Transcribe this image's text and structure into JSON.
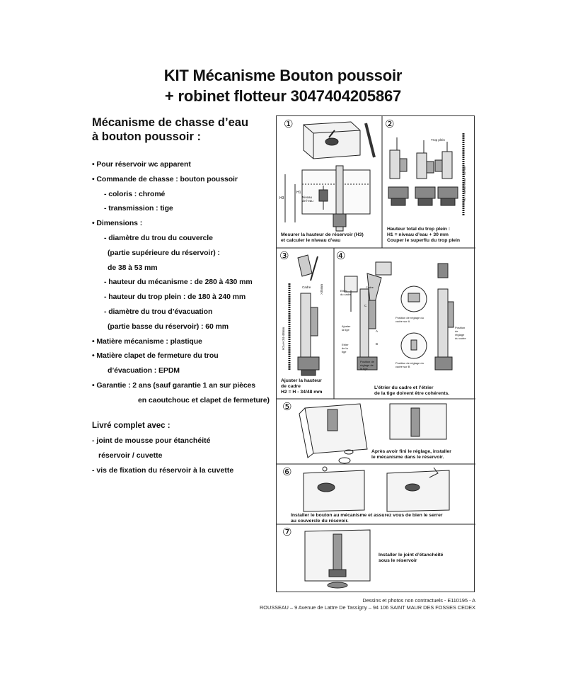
{
  "title": {
    "line1": "KIT Mécanisme Bouton poussoir",
    "line2": "+ robinet flotteur 3047404205867"
  },
  "left": {
    "heading_line1": "Mécanisme de chasse d’eau",
    "heading_line2": "à bouton poussoir :",
    "lines": [
      "• Pour réservoir wc apparent",
      "• Commande de chasse : bouton poussoir",
      "- coloris : chromé",
      "- transmission : tige",
      "• Dimensions :",
      "- diamètre du trou du couvercle",
      "(partie supérieure du réservoir) :",
      "de 38 à 53 mm",
      "- hauteur du mécanisme : de 280 à 430 mm",
      "- hauteur du trop plein : de 180 à 240 mm",
      "- diamètre du trou d’évacuation",
      "(partie basse du réservoir) : 60 mm",
      "• Matière mécanisme : plastique",
      "• Matière clapet de fermeture du trou",
      "d’évacuation : EPDM",
      "• Garantie : 2 ans (sauf garantie 1 an sur pièces",
      "en caoutchouc et clapet de fermeture)"
    ],
    "livre_title": "Livré complet avec :",
    "livre_lines": [
      "- joint de mousse pour étanchéité",
      "réservoir / cuvette",
      "- vis de fixation du réservoir à la cuvette"
    ]
  },
  "panels": {
    "p1": {
      "num": "①",
      "caption_l1": "Mesurer la hauteur de réservoir (H3)",
      "caption_l2": "et calculer le niveau d’eau",
      "label_h3": "H3",
      "label_h1": "H1",
      "label_niveau_l1": "Niveau",
      "label_niveau_l2": "de l’eau"
    },
    "p2": {
      "num": "②",
      "caption_l1": "Hauteur total du trop plein :",
      "caption_l2": "H1 = niveau d’eau + 30 mm",
      "caption_l3": "Couper le superflu du trop plein",
      "label_trop_plein": "Trop plein",
      "label_side": "H1 = niveau d’eau + 30 mm"
    },
    "p3": {
      "num": "③",
      "caption_l1": "Ajuster la hauteur",
      "caption_l2": "de cadre",
      "caption_l3": "H2 = H - 34/48 mm",
      "label_cadre": "Cadre",
      "label_35": ">35mm",
      "label_h2": "H2=H-34-48mm"
    },
    "p4": {
      "num": "④",
      "caption_l1": "L’étrier du cadre et l’étrier",
      "caption_l2": "de la tige doivent être cohérents.",
      "label_etrier_cadre_l1": "Etrier",
      "label_etrier_cadre_l2": "du cadre",
      "label_cadre": "Cadre",
      "label_ajuster_l1": "Ajuster",
      "label_ajuster_l2": "la tige",
      "label_etrier_tige_l1": "Etrier",
      "label_etrier_tige_l2": "de la",
      "label_etrier_tige_l3": "tige",
      "label_pos_tige_l1": "Position de",
      "label_pos_tige_l2": "réglage de",
      "label_pos_tige_l3": "la tige",
      "label_pos_cadre_a_l1": "Position de réglage du",
      "label_pos_cadre_a_l2": "cadre sur A",
      "label_pos_cadre_b_l1": "Position de réglage du",
      "label_pos_cadre_b_l2": "cadre sur B",
      "label_pos_reg_l1": "Position",
      "label_pos_reg_l2": "de",
      "label_pos_reg_l3": "réglage",
      "label_pos_reg_l4": "du cadre",
      "label_a": "A",
      "label_b": "B",
      "label_c": "C"
    },
    "p5": {
      "num": "⑤",
      "caption_l1": "Après avoir fini le réglage, installer",
      "caption_l2": "le mécanisme dans le réservoir."
    },
    "p6": {
      "num": "⑥",
      "caption_l1": "Installer le bouton au mécanisme et assurez vous de bien le serrer",
      "caption_l2": "au couvercle du résevoir."
    },
    "p7": {
      "num": "⑦",
      "caption_l1": "Installer le joint d’étanchéité",
      "caption_l2": "sous le réservoir"
    }
  },
  "footer": {
    "line1": "Dessins et photos non contractuels - E110195 - A",
    "line2": "ROUSSEAU – 9 Avenue de Lattre De Tassigny – 94 106 SAINT MAUR DES FOSSES CEDEX"
  }
}
